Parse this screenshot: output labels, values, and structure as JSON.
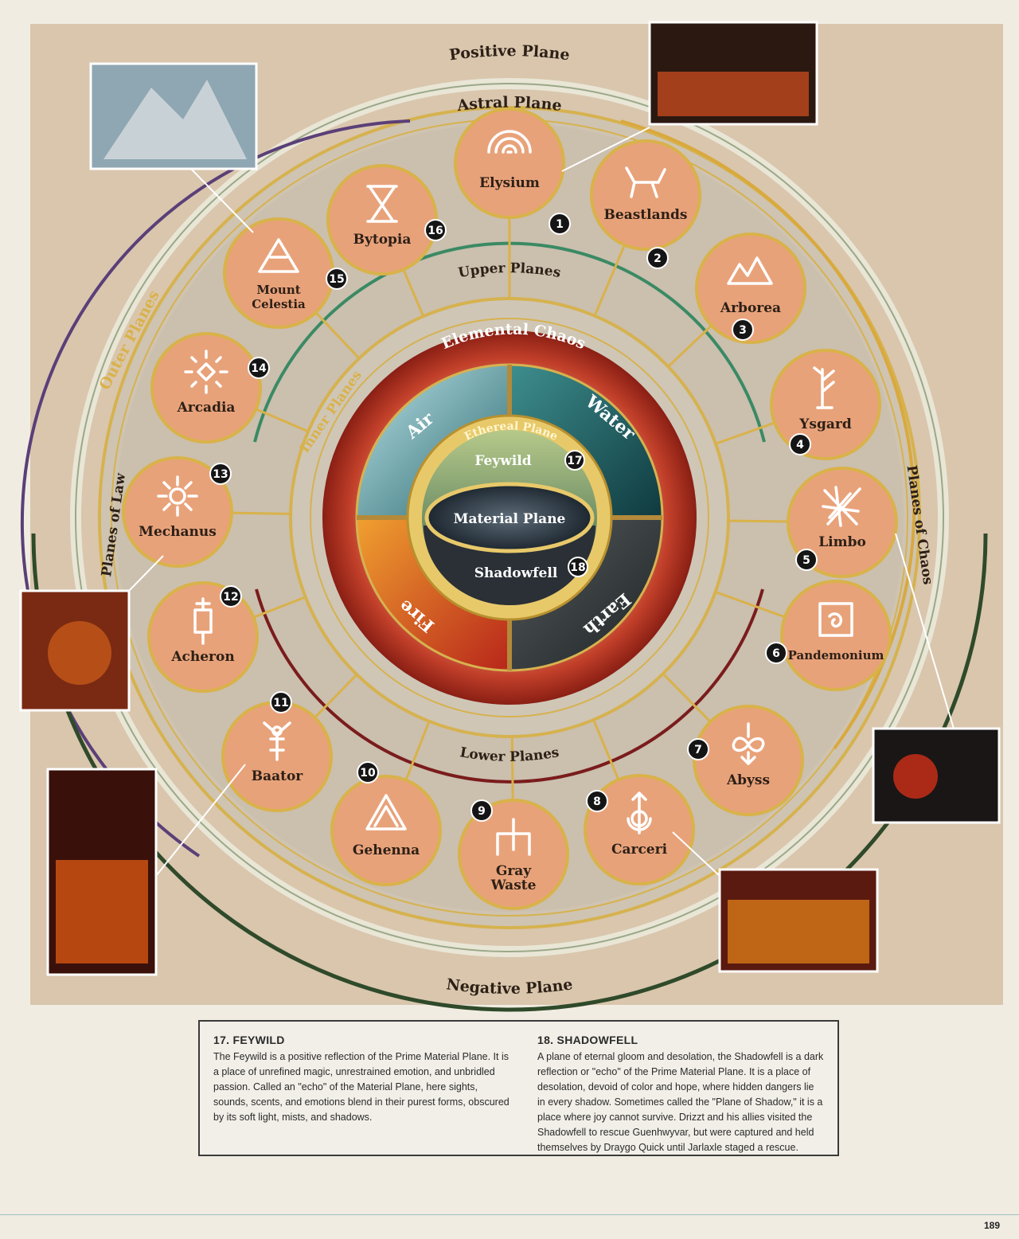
{
  "labels": {
    "positive_plane": "Positive Plane",
    "astral_plane": "Astral Plane",
    "negative_plane": "Negative Plane",
    "outer_planes": "Outer Planes",
    "planes_of_law": "Planes of Law",
    "planes_of_chaos": "Planes of Chaos",
    "upper_planes": "Upper Planes",
    "lower_planes": "Lower Planes",
    "inner_planes": "Inner Planes",
    "elemental_chaos": "Elemental Chaos",
    "ethereal_plane": "Ethereal Plane",
    "air": "Air",
    "water": "Water",
    "fire": "Fire",
    "earth": "Earth"
  },
  "core": {
    "feywild": "Feywild",
    "feywild_num": "17",
    "material_plane": "Material Plane",
    "shadowfell": "Shadowfell",
    "shadowfell_num": "18"
  },
  "planes": [
    {
      "num": "1",
      "name": "Elysium",
      "icon": "rainbow-arcs-icon"
    },
    {
      "num": "2",
      "name": "Beastlands",
      "icon": "beast-rune-icon"
    },
    {
      "num": "3",
      "name": "Arborea",
      "icon": "mountain-peaks-icon"
    },
    {
      "num": "4",
      "name": "Ysgard",
      "icon": "branch-rune-icon"
    },
    {
      "num": "5",
      "name": "Limbo",
      "icon": "chaos-scribble-icon"
    },
    {
      "num": "6",
      "name": "Pandemonium",
      "icon": "square-spiral-icon"
    },
    {
      "num": "7",
      "name": "Abyss",
      "icon": "infinity-arrow-icon"
    },
    {
      "num": "8",
      "name": "Carceri",
      "icon": "eye-arrow-icon"
    },
    {
      "num": "9",
      "name": "Gray Waste",
      "icon": "trident-rune-icon"
    },
    {
      "num": "10",
      "name": "Gehenna",
      "icon": "nested-triangle-icon"
    },
    {
      "num": "11",
      "name": "Baator",
      "icon": "alchemical-fork-icon"
    },
    {
      "num": "12",
      "name": "Acheron",
      "icon": "box-cross-icon"
    },
    {
      "num": "13",
      "name": "Mechanus",
      "icon": "gear-sun-icon"
    },
    {
      "num": "14",
      "name": "Arcadia",
      "icon": "diamond-rays-icon"
    },
    {
      "num": "15",
      "name": "Mount Celestia",
      "icon": "triangle-bar-icon"
    },
    {
      "num": "16",
      "name": "Bytopia",
      "icon": "hourglass-icon"
    }
  ],
  "info": {
    "feywild_title": "17. FEYWILD",
    "feywild_text": "The Feywild is a positive reflection of the Prime Material Plane. It is a place of unrefined magic, unrestrained emotion, and unbridled passion. Called an \"echo\" of the Material Plane, here sights, sounds, scents, and emotions blend in their purest forms, obscured by its soft light, mists, and shadows.",
    "shadowfell_title": "18. SHADOWFELL",
    "shadowfell_text": "A plane of eternal gloom and desolation, the Shadowfell is a dark reflection or \"echo\" of the Prime Material Plane. It is a place of desolation, devoid of color and hope, where hidden dangers lie in every shadow. Sometimes called the \"Plane of Shadow,\" it is a place where joy cannot survive. Drizzt and his allies visited the Shadowfell to rescue Guenhwyvar, but were captured and held themselves by Draygo Quick until Jarlaxle staged a rescue."
  },
  "page_number": "189",
  "colors": {
    "parchment": "#d9c6ad",
    "plane_disc": "#e8a27a",
    "gold": "#d9b24a",
    "ring_astral": "#c9bca8",
    "fire_red": "#c2402a"
  }
}
